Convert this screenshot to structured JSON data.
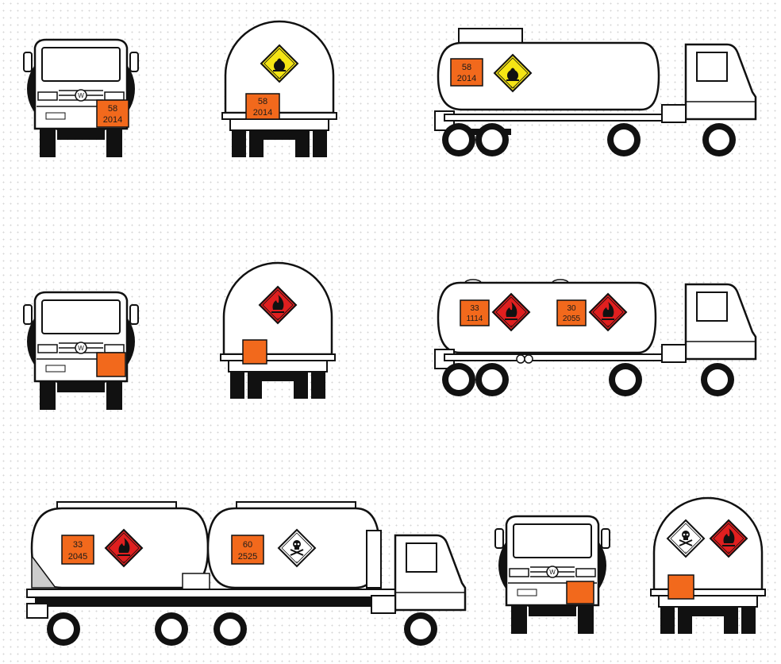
{
  "colors": {
    "orange_plate": "#f2691c",
    "flammable_red": "#e01f1f",
    "oxidizer_yellow": "#f5e514",
    "toxic_white": "#ffffff",
    "outline": "#111111",
    "tire": "#111111"
  },
  "rows": [
    {
      "front_cab": {
        "plate": {
          "top": "58",
          "bottom": "2014"
        }
      },
      "rear_tank": {
        "plate": {
          "top": "58",
          "bottom": "2014"
        },
        "diamond": "oxidizer"
      },
      "side_tanker": {
        "placards": [
          {
            "plate": {
              "top": "58",
              "bottom": "2014"
            },
            "diamond": "oxidizer"
          }
        ]
      }
    },
    {
      "front_cab": {
        "plate": {
          "top": "",
          "bottom": ""
        }
      },
      "rear_tank": {
        "plate": {
          "top": "",
          "bottom": ""
        },
        "diamond": "flammable"
      },
      "side_tanker": {
        "placards": [
          {
            "plate": {
              "top": "33",
              "bottom": "1114"
            },
            "diamond": "flammable"
          },
          {
            "plate": {
              "top": "30",
              "bottom": "2055"
            },
            "diamond": "flammable"
          }
        ]
      }
    },
    {
      "tank_train": {
        "placards": [
          {
            "plate": {
              "top": "33",
              "bottom": "2045"
            },
            "diamond": "flammable"
          },
          {
            "plate": {
              "top": "60",
              "bottom": "2525"
            },
            "diamond": "toxic"
          }
        ]
      },
      "front_cab": {
        "plate": {
          "top": "",
          "bottom": ""
        }
      },
      "rear_tank": {
        "plate": {
          "top": "",
          "bottom": ""
        },
        "diamonds": [
          "toxic",
          "flammable"
        ]
      }
    }
  ]
}
